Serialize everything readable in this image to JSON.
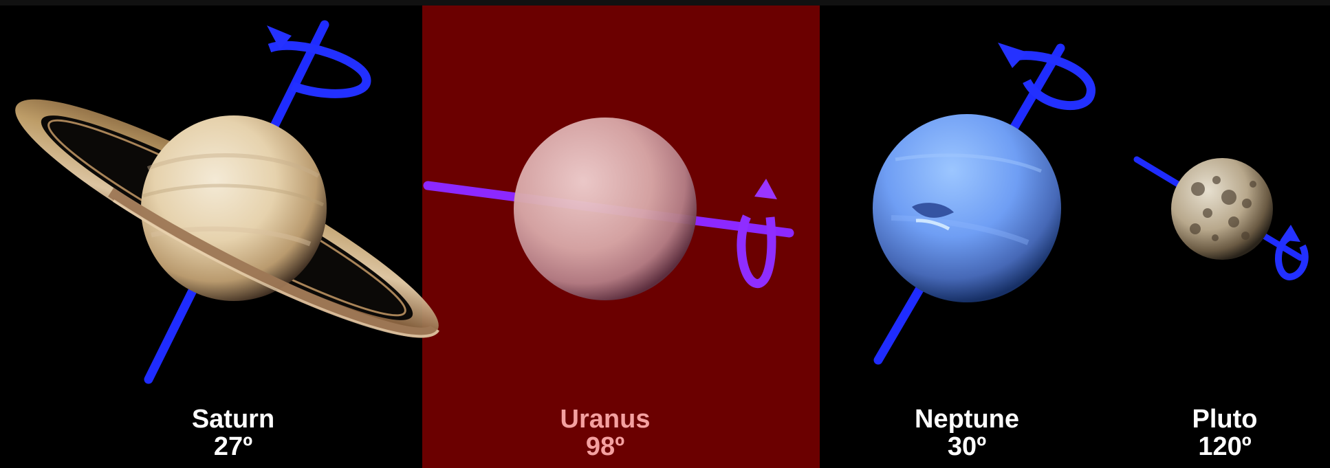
{
  "colors": {
    "background": "#000000",
    "highlight_panel": "#6b0000",
    "default_label": "#ffffff",
    "highlight_label": "#f4a0a0",
    "axis": "#1f2cff"
  },
  "planets": [
    {
      "name": "Saturn",
      "tilt": "27º",
      "highlighted": false
    },
    {
      "name": "Uranus",
      "tilt": "98º",
      "highlighted": true
    },
    {
      "name": "Neptune",
      "tilt": "30º",
      "highlighted": false
    },
    {
      "name": "Pluto",
      "tilt": "120º",
      "highlighted": false
    }
  ]
}
